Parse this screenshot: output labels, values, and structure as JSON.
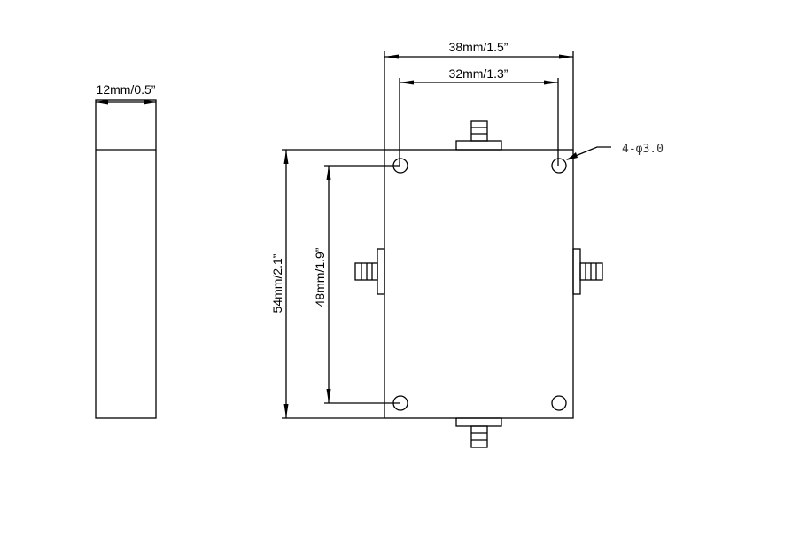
{
  "dimensions": {
    "thickness": "12mm/0.5”",
    "width_outer": "38mm/1.5”",
    "width_holes": "32mm/1.3”",
    "height_outer": "54mm/2.1”",
    "height_holes": "48mm/1.9”",
    "holes": "4-φ3.0"
  }
}
